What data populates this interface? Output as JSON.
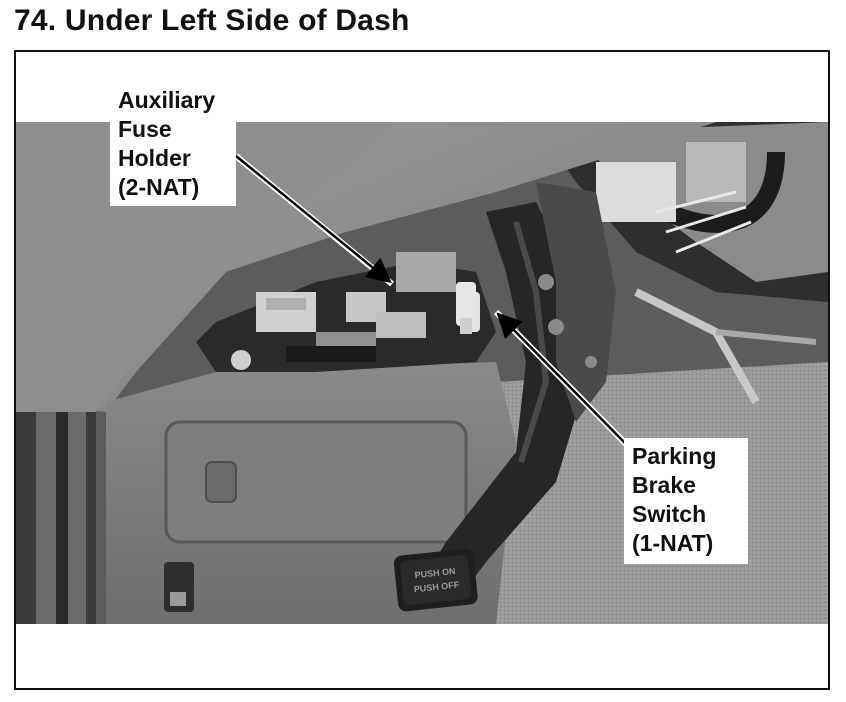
{
  "page": {
    "title": "74. Under Left Side of Dash"
  },
  "figure": {
    "callouts": {
      "auxiliary_fuse_holder": {
        "lines": [
          "Auxiliary",
          "Fuse",
          "Holder",
          "(2-NAT)"
        ]
      },
      "parking_brake_switch": {
        "lines": [
          "Parking",
          "Brake",
          "Switch",
          "(1-NAT)"
        ]
      }
    },
    "pedal_label": {
      "lines": [
        "PUSH ON",
        "PUSH OFF"
      ]
    }
  }
}
